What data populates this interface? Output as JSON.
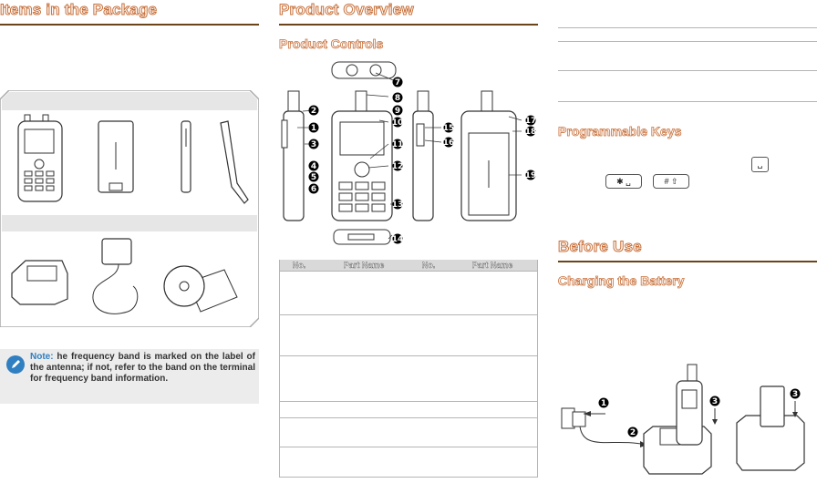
{
  "left": {
    "heading": "Items in the Package",
    "note_label": "Note:",
    "note_text": "he frequency band is marked on the label of the antenna; if not, refer to the band on the terminal for frequency band information."
  },
  "middle": {
    "heading": "Product Overview",
    "subheading": "Product Controls",
    "callouts": [
      "1",
      "2",
      "3",
      "4",
      "5",
      "6",
      "7",
      "8",
      "9",
      "10",
      "11",
      "12",
      "13",
      "14",
      "15",
      "16",
      "17",
      "18",
      "19"
    ],
    "table": {
      "headers": [
        "No.",
        "Part Name",
        "No.",
        "Part Name"
      ]
    }
  },
  "right": {
    "heading_keys": "Programmable Keys",
    "key_star": "✱ ␣",
    "key_hash": "# ⇧",
    "key_small": "␣",
    "heading_before": "Before Use",
    "heading_charging": "Charging the Battery",
    "steps": [
      "1",
      "2",
      "3",
      "3"
    ]
  },
  "colors": {
    "heading_outline": "#c8703a",
    "rule": "#6b4419",
    "panel_border": "#aaaaaa",
    "panel_band": "#e6e6e6",
    "note_bg": "#ececec",
    "note_icon": "#2f7fc1"
  }
}
